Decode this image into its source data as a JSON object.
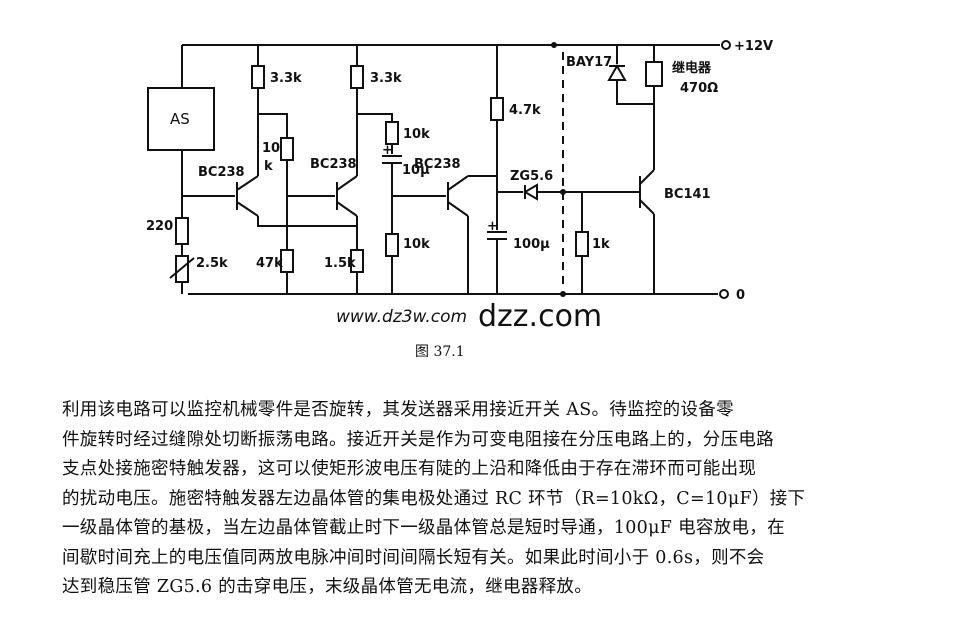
{
  "diagram": {
    "supply_label": "+12V",
    "ground_label": "0",
    "as_label": "AS",
    "r_220": "220",
    "r_pot": "2.5k",
    "r_3k3_a": "3.3k",
    "r_3k3_b": "3.3k",
    "r_10k_a": "10",
    "r_10k_a_unit": "k",
    "r_47k": "47k",
    "r_1k5": "1.5k",
    "r_10k_b": "10k",
    "r_10k_c": "10k",
    "c_10u": "10μ",
    "r_4k7": "4.7k",
    "c_100u": "100μ",
    "r_1k": "1k",
    "t1": "BC238",
    "t2": "BC238",
    "t3": "BC238",
    "t4": "BC141",
    "zener": "ZG5.6",
    "diode": "BAY17",
    "relay": "继电器",
    "relay_value": "470Ω",
    "plus": "+",
    "watermark_left": "www.dz3w.com",
    "watermark_right": "dzz.com"
  },
  "caption": "图 37.1",
  "body_lines": [
    "利用该电路可以监控机械零件是否旋转，其发送器采用接近开关 AS。待监控的设备零",
    "件旋转时经过缝隙处切断振荡电路。接近开关是作为可变电阻接在分压电路上的，分压电路",
    "支点处接施密特触发器，这可以使矩形波电压有陡的上沿和降低由于存在滞环而可能出现",
    "的扰动电压。施密特触发器左边晶体管的集电极处通过 RC 环节（R=10kΩ，C=10μF）接下",
    "一级晶体管的基极，当左边晶体管截止时下一级晶体管总是短时导通，100μF 电容放电，在",
    "间歇时间充上的电压值同两放电脉冲间时间间隔长短有关。如果此时间小于 0.6s，则不会",
    "达到稳压管 ZG5.6 的击穿电压，末级晶体管无电流，继电器释放。"
  ]
}
